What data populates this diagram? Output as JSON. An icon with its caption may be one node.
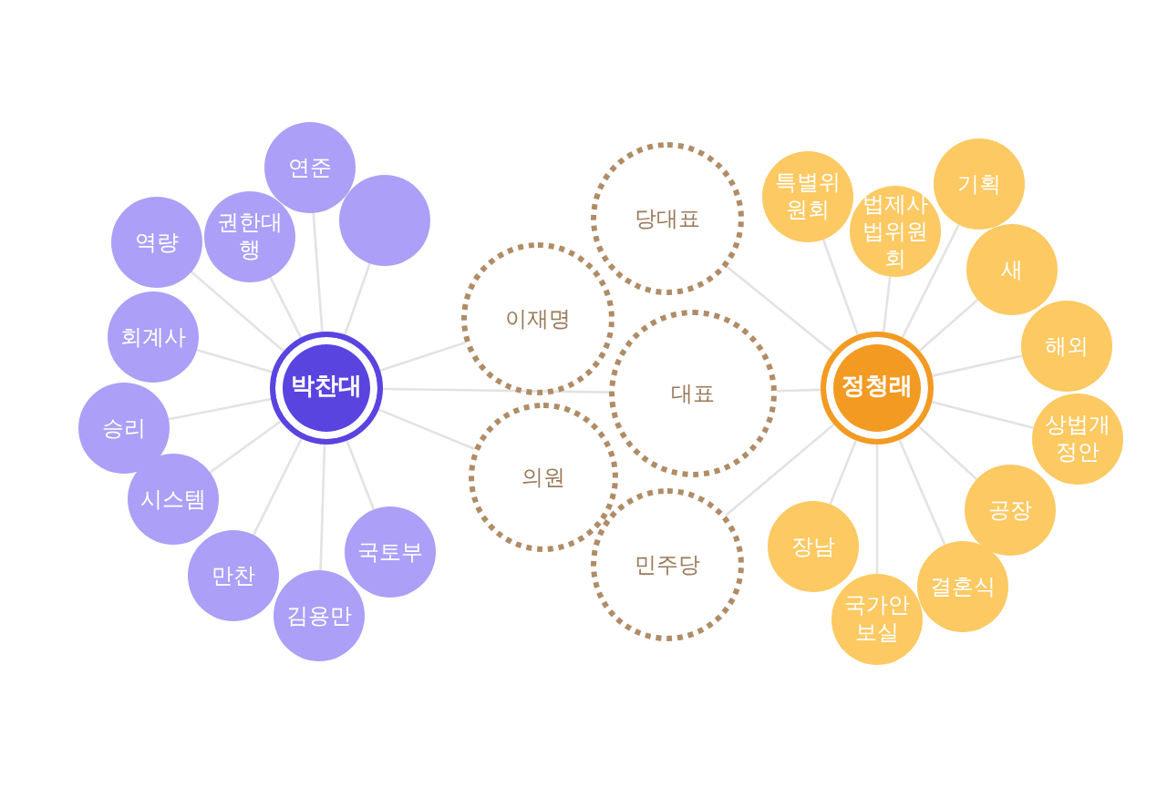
{
  "diagram": {
    "nodes": [
      {
        "text": [
          "박찬대"
        ]
      },
      {
        "text": [
          "연준"
        ]
      },
      {
        "text": [],
        "shape": "circle"
      },
      {
        "text": [
          "권한대행"
        ]
      },
      {
        "text": [
          "역량"
        ]
      },
      {
        "text": [
          "회계사"
        ]
      },
      {
        "text": [
          "승리"
        ]
      },
      {
        "text": [
          "시스템"
        ]
      },
      {
        "text": [
          "만찬"
        ]
      },
      {
        "text": [
          "김용만"
        ]
      },
      {
        "text": [
          "국토부"
        ]
      },
      {
        "text": [
          "당대표"
        ]
      },
      {
        "text": [
          "이재명"
        ]
      },
      {
        "text": [
          "대표"
        ]
      },
      {
        "text": [
          "의원"
        ]
      },
      {
        "text": [
          "민주당"
        ]
      },
      {
        "text": [
          "정청래"
        ]
      },
      {
        "text": [
          "특별위원회"
        ]
      },
      {
        "text": [
          "법제사법위원회"
        ]
      },
      {
        "text": [
          "기획"
        ]
      },
      {
        "text": [
          "새"
        ]
      },
      {
        "text": [
          "해외"
        ]
      },
      {
        "text": [
          "상법개정안"
        ]
      },
      {
        "text": [
          "공장"
        ]
      },
      {
        "text": [
          "결혼식"
        ]
      },
      {
        "text": [
          "국가안보실"
        ]
      },
      {
        "text": [
          "장남"
        ]
      }
    ],
    "edges": [
      {
        "from": 0,
        "to": 1,
        "arrow": "none"
      },
      {
        "from": 0,
        "to": 2,
        "arrow": "none"
      },
      {
        "from": 0,
        "to": 3,
        "arrow": "none"
      },
      {
        "from": 0,
        "to": 4,
        "arrow": "none"
      },
      {
        "from": 0,
        "to": 5,
        "arrow": "none"
      },
      {
        "from": 0,
        "to": 6,
        "arrow": "none"
      },
      {
        "from": 0,
        "to": 7,
        "arrow": "none"
      },
      {
        "from": 0,
        "to": 8,
        "arrow": "none"
      },
      {
        "from": 0,
        "to": 9,
        "arrow": "none"
      },
      {
        "from": 0,
        "to": 10,
        "arrow": "none"
      },
      {
        "from": 0,
        "to": 12,
        "arrow": "none"
      },
      {
        "from": 0,
        "to": 13,
        "arrow": "none"
      },
      {
        "from": 0,
        "to": 14,
        "arrow": "none"
      },
      {
        "from": 16,
        "to": 11,
        "arrow": "none"
      },
      {
        "from": 16,
        "to": 13,
        "arrow": "none"
      },
      {
        "from": 16,
        "to": 15,
        "arrow": "none"
      },
      {
        "from": 16,
        "to": 17,
        "arrow": "none"
      },
      {
        "from": 16,
        "to": 18,
        "arrow": "none"
      },
      {
        "from": 16,
        "to": 19,
        "arrow": "none"
      },
      {
        "from": 16,
        "to": 20,
        "arrow": "none"
      },
      {
        "from": 16,
        "to": 21,
        "arrow": "none"
      },
      {
        "from": 16,
        "to": 22,
        "arrow": "none"
      },
      {
        "from": 16,
        "to": 23,
        "arrow": "none"
      },
      {
        "from": 16,
        "to": 24,
        "arrow": "none"
      },
      {
        "from": 16,
        "to": 25,
        "arrow": "none"
      },
      {
        "from": 16,
        "to": 26,
        "arrow": "none"
      }
    ]
  }
}
